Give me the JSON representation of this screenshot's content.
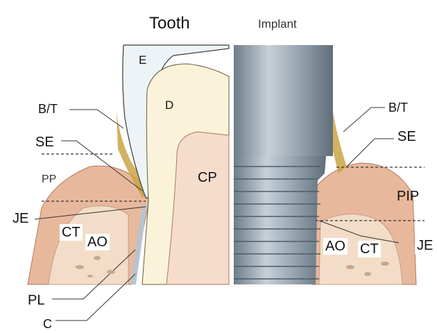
{
  "headers": {
    "tooth": "Tooth",
    "implant": "Implant"
  },
  "labels": {
    "enamel": "E",
    "dentin": "D",
    "cp": "CP",
    "bt_left": "B/T",
    "se_left": "SE",
    "pp": "PP",
    "je_left": "JE",
    "ct_left": "CT",
    "ao_left": "AO",
    "pl": "PL",
    "c": "C",
    "bt_right": "B/T",
    "se_right": "SE",
    "pip": "PIP",
    "je_right": "JE",
    "ao_right": "AO",
    "ct_right": "CT"
  },
  "colors": {
    "gingiva": "#e8b89c",
    "bone": "#f3ddc8",
    "dentin": "#faf3d9",
    "pulp": "#f6dccb",
    "biofilm": "#c8a444",
    "implant_metal": "#9aa8b2"
  }
}
